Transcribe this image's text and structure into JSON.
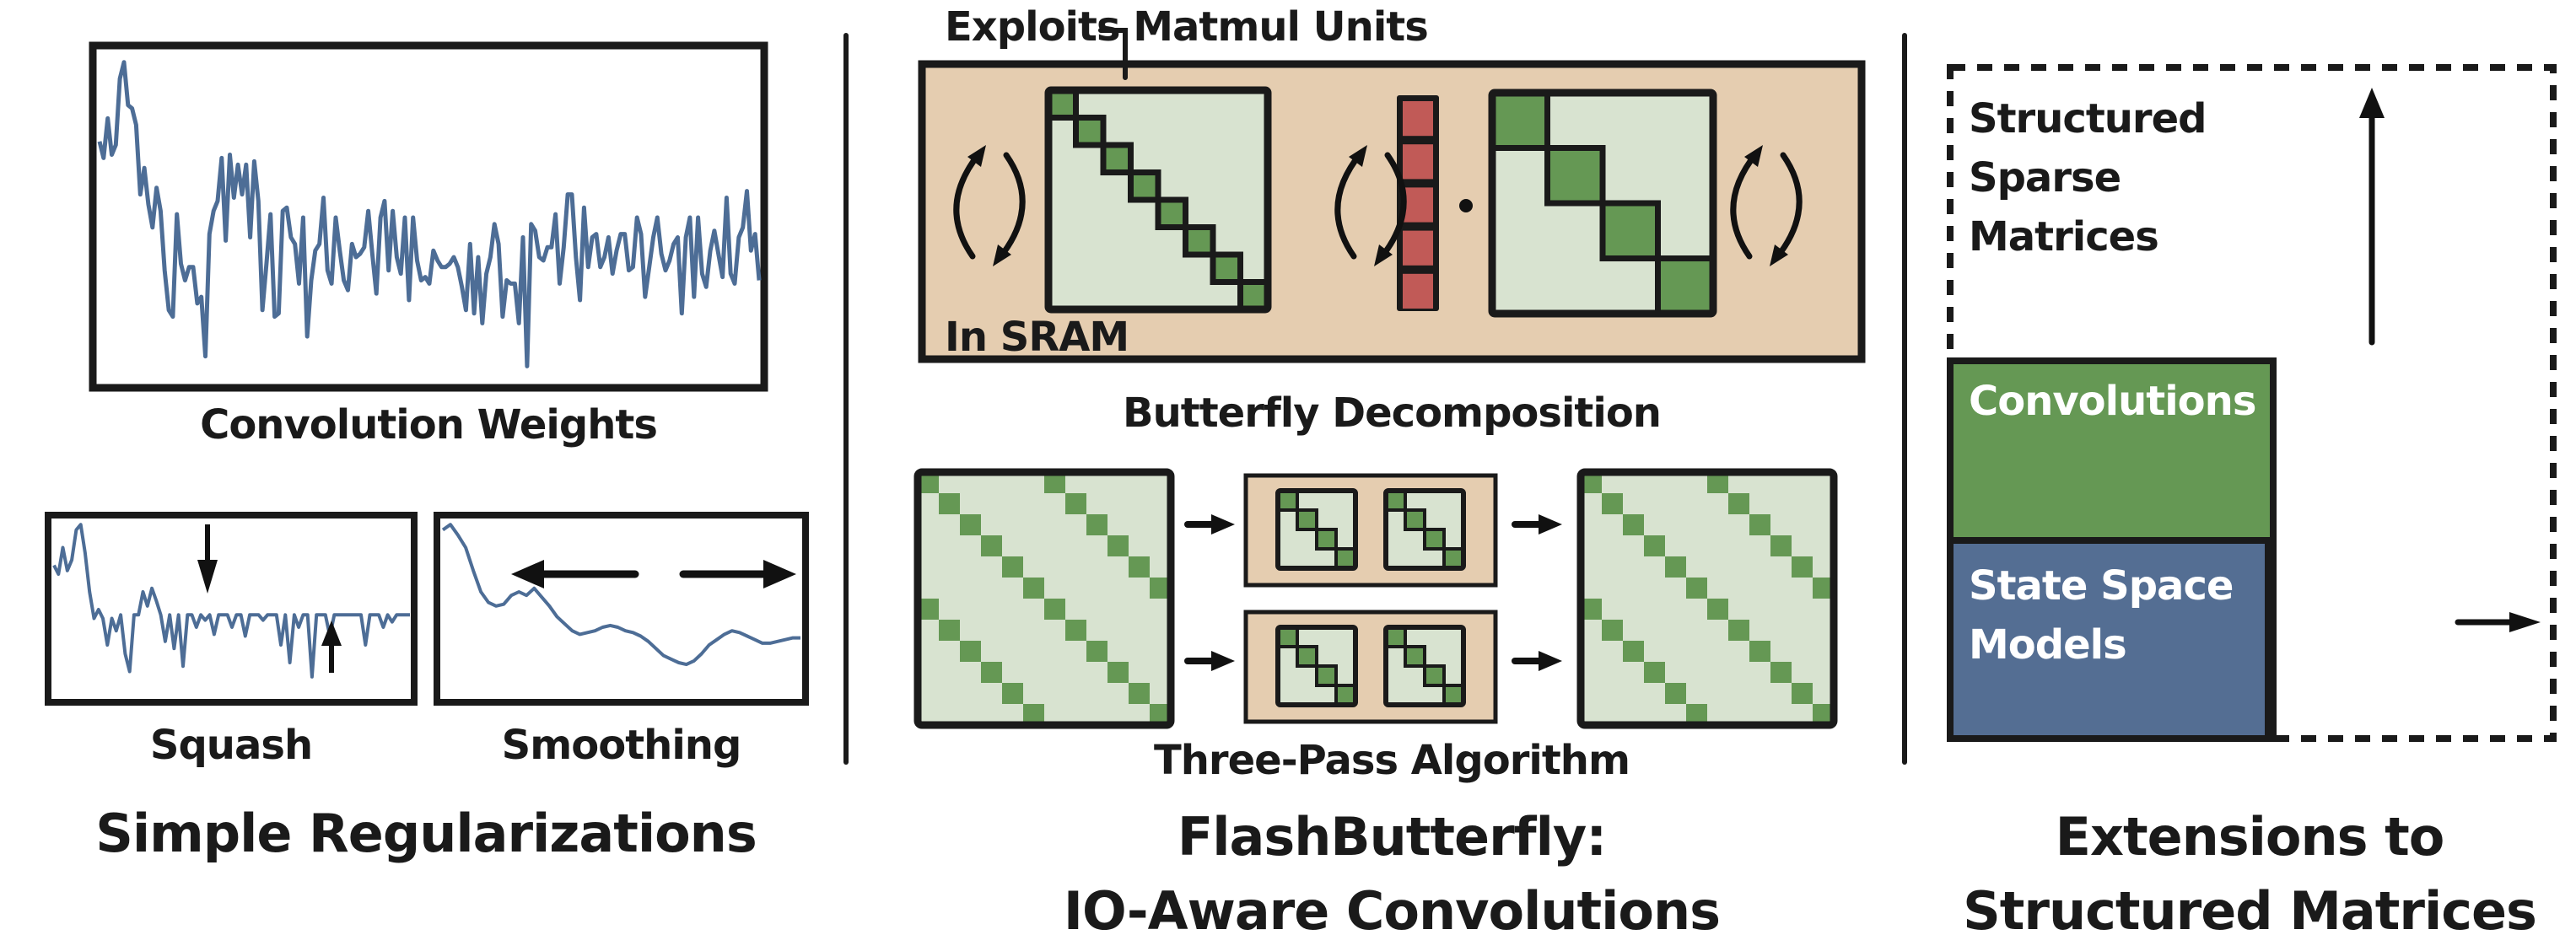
{
  "colors": {
    "line_blue": "#4d6d96",
    "ink": "#1a1a1a",
    "sram_bg": "#e5cdb0",
    "matrix_light": "#d8e3d0",
    "matrix_green": "#659854",
    "vector_red": "#c15a57",
    "ssm_blue": "#546e93",
    "conv_green": "#659854"
  },
  "left_panel": {
    "title": "Simple Regularizations",
    "main_plot_label": "Convolution Weights",
    "squash_label": "Squash",
    "smoothing_label": "Smoothing"
  },
  "middle_panel": {
    "title_line1": "FlashButterfly:",
    "title_line2": "IO-Aware Convolutions",
    "callout": "Exploits Matmul Units",
    "sram_label": "In SRAM",
    "butterfly_label": "Butterfly Decomposition",
    "three_pass_label": "Three-Pass Algorithm",
    "vector_cells": 5,
    "small_matrix_blocks": 8,
    "large_block_matrix_blocks": 4,
    "strided_matrix_blocks_per_diag": 6,
    "tile_blocks": 4
  },
  "right_panel": {
    "title_line1": "Extensions to",
    "title_line2": "Structured Matrices",
    "outer_label_lines": [
      "Structured",
      "Sparse",
      "Matrices"
    ],
    "middle_label": "Convolutions",
    "inner_label_lines": [
      "State Space",
      "Models"
    ]
  },
  "chart_data": [
    {
      "type": "line",
      "title": "Convolution Weights",
      "xlabel": "",
      "ylabel": "",
      "grid": false,
      "note": "qualitative signal, values approximate (normalized 0-1, no axes)",
      "values": [
        0.73,
        0.68,
        0.8,
        0.69,
        0.72,
        0.92,
        0.97,
        0.84,
        0.83,
        0.78,
        0.57,
        0.65,
        0.54,
        0.47,
        0.59,
        0.52,
        0.34,
        0.22,
        0.2,
        0.51,
        0.36,
        0.31,
        0.35,
        0.35,
        0.24,
        0.26,
        0.08,
        0.45,
        0.52,
        0.55,
        0.68,
        0.43,
        0.69,
        0.56,
        0.66,
        0.57,
        0.66,
        0.44,
        0.67,
        0.55,
        0.22,
        0.36,
        0.51,
        0.2,
        0.21,
        0.52,
        0.53,
        0.44,
        0.42,
        0.3,
        0.5,
        0.14,
        0.31,
        0.4,
        0.42,
        0.56,
        0.34,
        0.3,
        0.5,
        0.4,
        0.31,
        0.28,
        0.42,
        0.38,
        0.39,
        0.41,
        0.52,
        0.39,
        0.27,
        0.5,
        0.55,
        0.34,
        0.52,
        0.38,
        0.33,
        0.5,
        0.25,
        0.5,
        0.37,
        0.31,
        0.32,
        0.3,
        0.4,
        0.37,
        0.35,
        0.35,
        0.36,
        0.38,
        0.35,
        0.29,
        0.22,
        0.42,
        0.21,
        0.38,
        0.18,
        0.33,
        0.38,
        0.48,
        0.42,
        0.2,
        0.31,
        0.3,
        0.3,
        0.18,
        0.44,
        0.05,
        0.48,
        0.46,
        0.38,
        0.37,
        0.41,
        0.41,
        0.51,
        0.3,
        0.41,
        0.57,
        0.57,
        0.38,
        0.25,
        0.53,
        0.35,
        0.44,
        0.45,
        0.35,
        0.38,
        0.44,
        0.33,
        0.4,
        0.45,
        0.45,
        0.34,
        0.35,
        0.5,
        0.45,
        0.26,
        0.35,
        0.44,
        0.5,
        0.39,
        0.34,
        0.37,
        0.42,
        0.44,
        0.21,
        0.44,
        0.5,
        0.26,
        0.5,
        0.33,
        0.29,
        0.4,
        0.46,
        0.39,
        0.32,
        0.56,
        0.33,
        0.3,
        0.44,
        0.47,
        0.58,
        0.4,
        0.45,
        0.31
      ]
    },
    {
      "type": "line",
      "title": "Squash",
      "grid": false,
      "note": "qualitative signal, values approximate (normalized 0-1)",
      "values": [
        0.75,
        0.7,
        0.85,
        0.72,
        0.78,
        0.95,
        0.98,
        0.82,
        0.6,
        0.45,
        0.5,
        0.45,
        0.3,
        0.45,
        0.38,
        0.47,
        0.25,
        0.15,
        0.47,
        0.47,
        0.6,
        0.52,
        0.62,
        0.55,
        0.47,
        0.32,
        0.47,
        0.28,
        0.47,
        0.18,
        0.47,
        0.47,
        0.4,
        0.47,
        0.44,
        0.47,
        0.36,
        0.47,
        0.47,
        0.47,
        0.4,
        0.47,
        0.47,
        0.35,
        0.47,
        0.47,
        0.47,
        0.44,
        0.47,
        0.47,
        0.47,
        0.3,
        0.47,
        0.2,
        0.47,
        0.4,
        0.47,
        0.47,
        0.12,
        0.47,
        0.47,
        0.47,
        0.35,
        0.47,
        0.47,
        0.47,
        0.47,
        0.47,
        0.47,
        0.47,
        0.3,
        0.47,
        0.47,
        0.47,
        0.4,
        0.47,
        0.43,
        0.47,
        0.47,
        0.47,
        0.47
      ],
      "annotations": [
        "down-arrow-top",
        "up-arrow-bottom"
      ]
    },
    {
      "type": "line",
      "title": "Smoothing",
      "grid": false,
      "note": "qualitative signal, values approximate (normalized 0-1)",
      "values": [
        0.95,
        0.98,
        0.92,
        0.85,
        0.72,
        0.6,
        0.54,
        0.52,
        0.53,
        0.58,
        0.6,
        0.58,
        0.62,
        0.57,
        0.52,
        0.46,
        0.42,
        0.38,
        0.36,
        0.37,
        0.38,
        0.4,
        0.41,
        0.4,
        0.38,
        0.37,
        0.35,
        0.32,
        0.28,
        0.24,
        0.22,
        0.2,
        0.19,
        0.21,
        0.25,
        0.3,
        0.33,
        0.36,
        0.38,
        0.37,
        0.35,
        0.33,
        0.31,
        0.31,
        0.32,
        0.33,
        0.34,
        0.34
      ]
    }
  ]
}
